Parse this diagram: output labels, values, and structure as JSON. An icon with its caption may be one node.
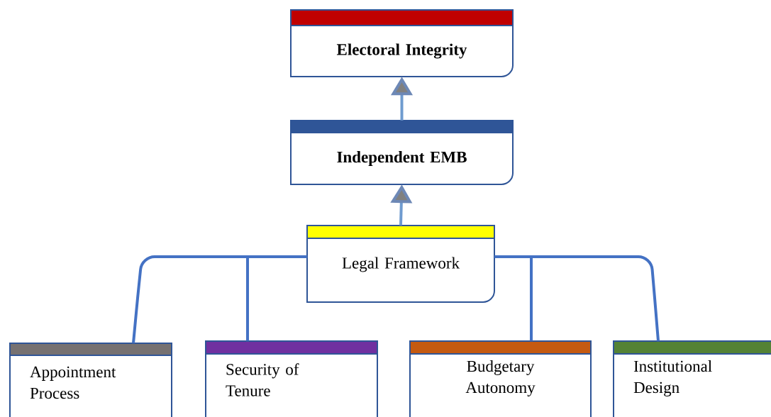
{
  "diagram": {
    "nodes": [
      {
        "text": [
          "Electoral Integrity"
        ]
      },
      {
        "text": [
          "Independent EMB"
        ]
      },
      {
        "text": [
          "Legal Framework"
        ]
      },
      {
        "text": [
          "Appointment Process"
        ]
      },
      {
        "text": [
          "Security of Tenure"
        ]
      },
      {
        "text": [
          "Budgetary Autonomy"
        ]
      },
      {
        "text": [
          "Institutional Design"
        ]
      }
    ],
    "edges": [
      {
        "from": 1,
        "to": 0,
        "arrow": "to",
        "color": "#6f9bcf"
      },
      {
        "from": 2,
        "to": 1,
        "arrow": "to",
        "color": "#6f9bcf"
      },
      {
        "from": 2,
        "to": 3,
        "arrow": "none"
      },
      {
        "from": 2,
        "to": 4,
        "arrow": "none"
      },
      {
        "from": 2,
        "to": 5,
        "arrow": "none"
      },
      {
        "from": 2,
        "to": 6,
        "arrow": "none"
      }
    ]
  }
}
